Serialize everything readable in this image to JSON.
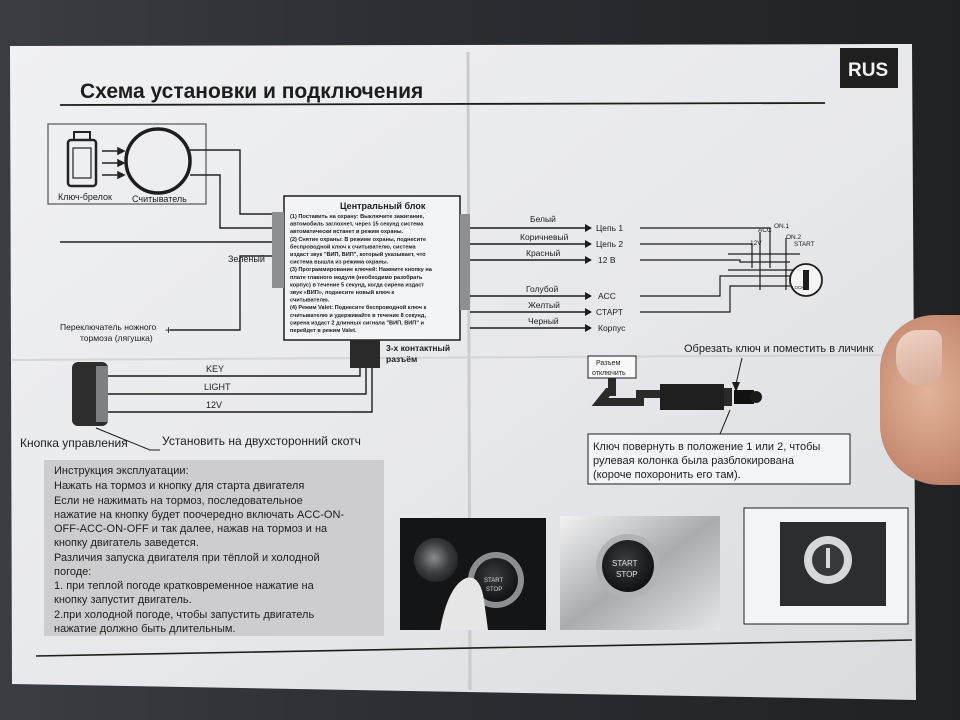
{
  "header": {
    "title": "Схема установки и подключения",
    "lang_badge": "RUS"
  },
  "left_panel": {
    "key_fob_label": "Ключ-брелок",
    "reader_label": "Считыватель",
    "green_wire_label": "Зеленый",
    "brake_switch_line1": "Переключатель ножного",
    "brake_switch_line2": "тормоза (лягушка)",
    "brake_plus": "+"
  },
  "central_block": {
    "title": "Центральный блок",
    "lines": [
      "(1) Поставить на охрану: Выключите зажигание,",
      "автомобиль заглохнет, через 15 секунд система",
      "автоматически встанет в режим охраны.",
      "(2) Снятие охраны: В режиме охраны, поднесите",
      "беспроводной ключ к считывателю, система",
      "издаст звук \"ВИП, ВИП\", который указывает, что",
      "система вышла из режима охраны.",
      "(3) Программирование ключей: Нажмите кнопку на",
      "плате главного модуля (необходимо разобрать",
      "корпус) в течение 5 секунд, когда сирена издаст",
      "звук «ВИП», поднесите новый ключ к",
      "считывателю.",
      "(4) Режим Valet: Поднесите беспроводной ключ к",
      "считывателю и удерживайте в течение 8 секунд,",
      "сирена издаст 2 длинных сигнала \"ВИП, ВИП\" и",
      "перейдет в режим Valet."
    ]
  },
  "connector": {
    "label_line1": "3-х контактный",
    "label_line2": "разъём"
  },
  "wires": [
    {
      "color_name": "Белый",
      "target": "Цепь 1"
    },
    {
      "color_name": "Коричневый",
      "target": "Цепь 2"
    },
    {
      "color_name": "Красный",
      "target": "12 В"
    },
    {
      "color_name": "Голубой",
      "target": "ACC"
    },
    {
      "color_name": "Желтый",
      "target": "СТАРТ"
    },
    {
      "color_name": "Черный",
      "target": "Корпус"
    }
  ],
  "ignition": {
    "labels": [
      "ACC",
      "ON.1",
      "ON.2",
      "12V",
      "START",
      "LOCK"
    ]
  },
  "button_wires": [
    "KEY",
    "LIGHT",
    "12V"
  ],
  "control_button": {
    "label": "Кнопка управления",
    "note": "Установить на двухсторонний скотч"
  },
  "immobilizer": {
    "note": "Обрезать ключ и поместить в личинк",
    "connector_label_line1": "Разъем",
    "connector_label_line2": "отключить",
    "key_note_line1": "Ключ повернуть в положение 1 или 2, чтобы",
    "key_note_line2": "рулевая колонка была разблокирована",
    "key_note_line3": "(короче похоронить его там)."
  },
  "instructions": {
    "lines": [
      "Инструкция эксплуатации:",
      "Нажать на тормоз и кнопку для старта двигателя",
      "Если не нажимать на тормоз, последовательное",
      "нажатие на кнопку будет поочередно включать ACC-ON-",
      "OFF-ACC-ON-OFF и так далее, нажав на тормоз и на",
      "кнопку двигатель заведется.",
      "Различия запуска двигателя при тёплой и холодной",
      "погоде:",
      "1. при теплой погоде кратковременное нажатие на",
      "кнопку запустит двигатель.",
      "2.при холодной погоде, чтобы запустить двигатель",
      "нажатие должно быть длительным."
    ]
  },
  "photos": {
    "button_text_line1": "START",
    "button_text_line2": "STOP"
  },
  "colors": {
    "paper": "#e9eaed",
    "ink": "#1d1d1d",
    "badge": "#1f1f1f",
    "instruction_box": "#cfcfcf",
    "background": "#2b2e32"
  }
}
